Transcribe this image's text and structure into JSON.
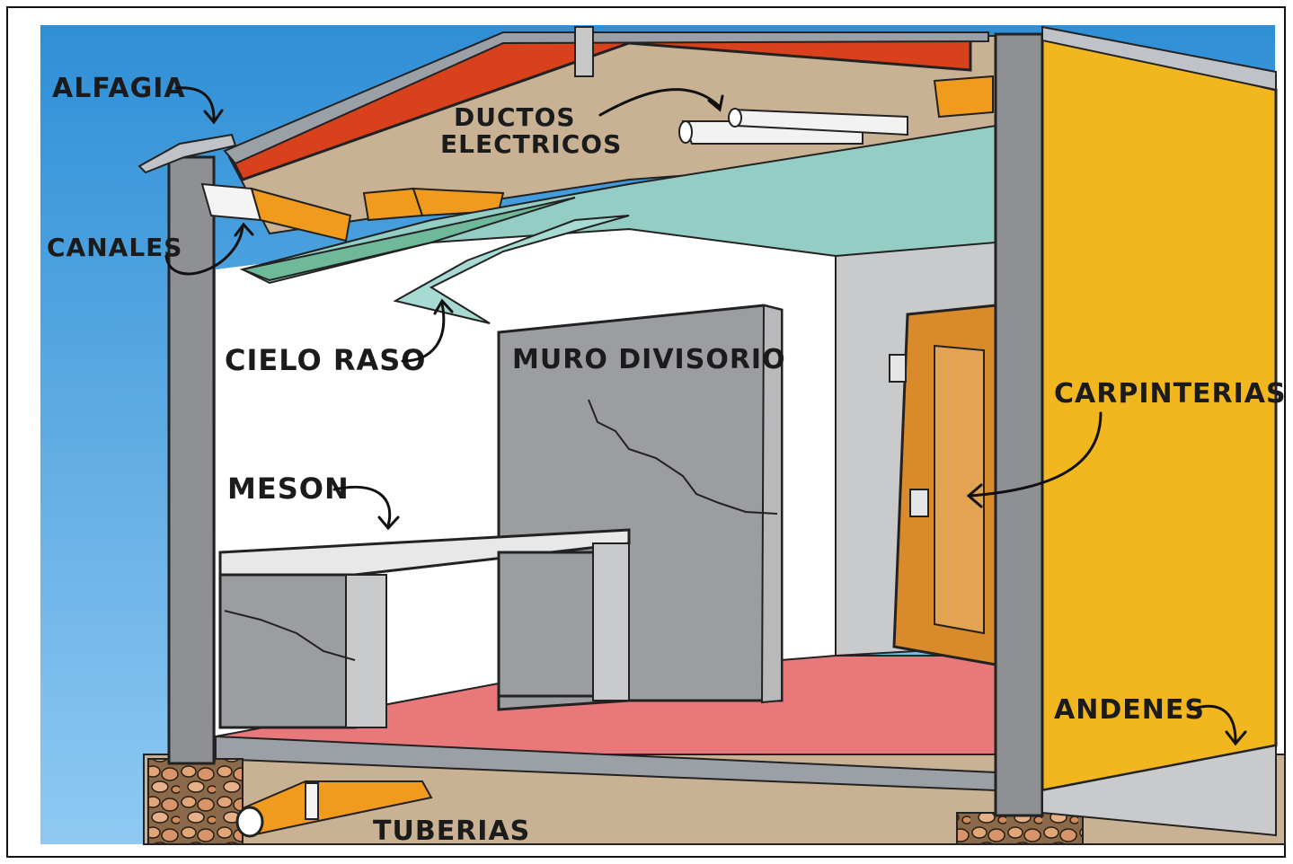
{
  "labels": {
    "alfagia": "ALFAGIA",
    "ductos_line1": "DUCTOS",
    "ductos_line2": "ELECTRICOS",
    "canales": "CANALES",
    "cielo_raso": "CIELO RASO",
    "muro_divisorio": "MURO DIVISORIO",
    "meson": "MESON",
    "carpinterias": "CARPINTERIAS",
    "andenes": "ANDENES",
    "tuberias": "TUBERIAS"
  },
  "colors": {
    "sky": "#4aa3dd",
    "roof_tile": "#d9401c",
    "attic": "#c9b294",
    "wall_gray": "#8f9093",
    "ceiling_panel": "#93cdc4",
    "floor": "#e8787a",
    "yellow_wall": "#f2b71f",
    "door": "#d98a2b",
    "pipe_orange": "#f09a1e",
    "stone": "#d39a68"
  }
}
